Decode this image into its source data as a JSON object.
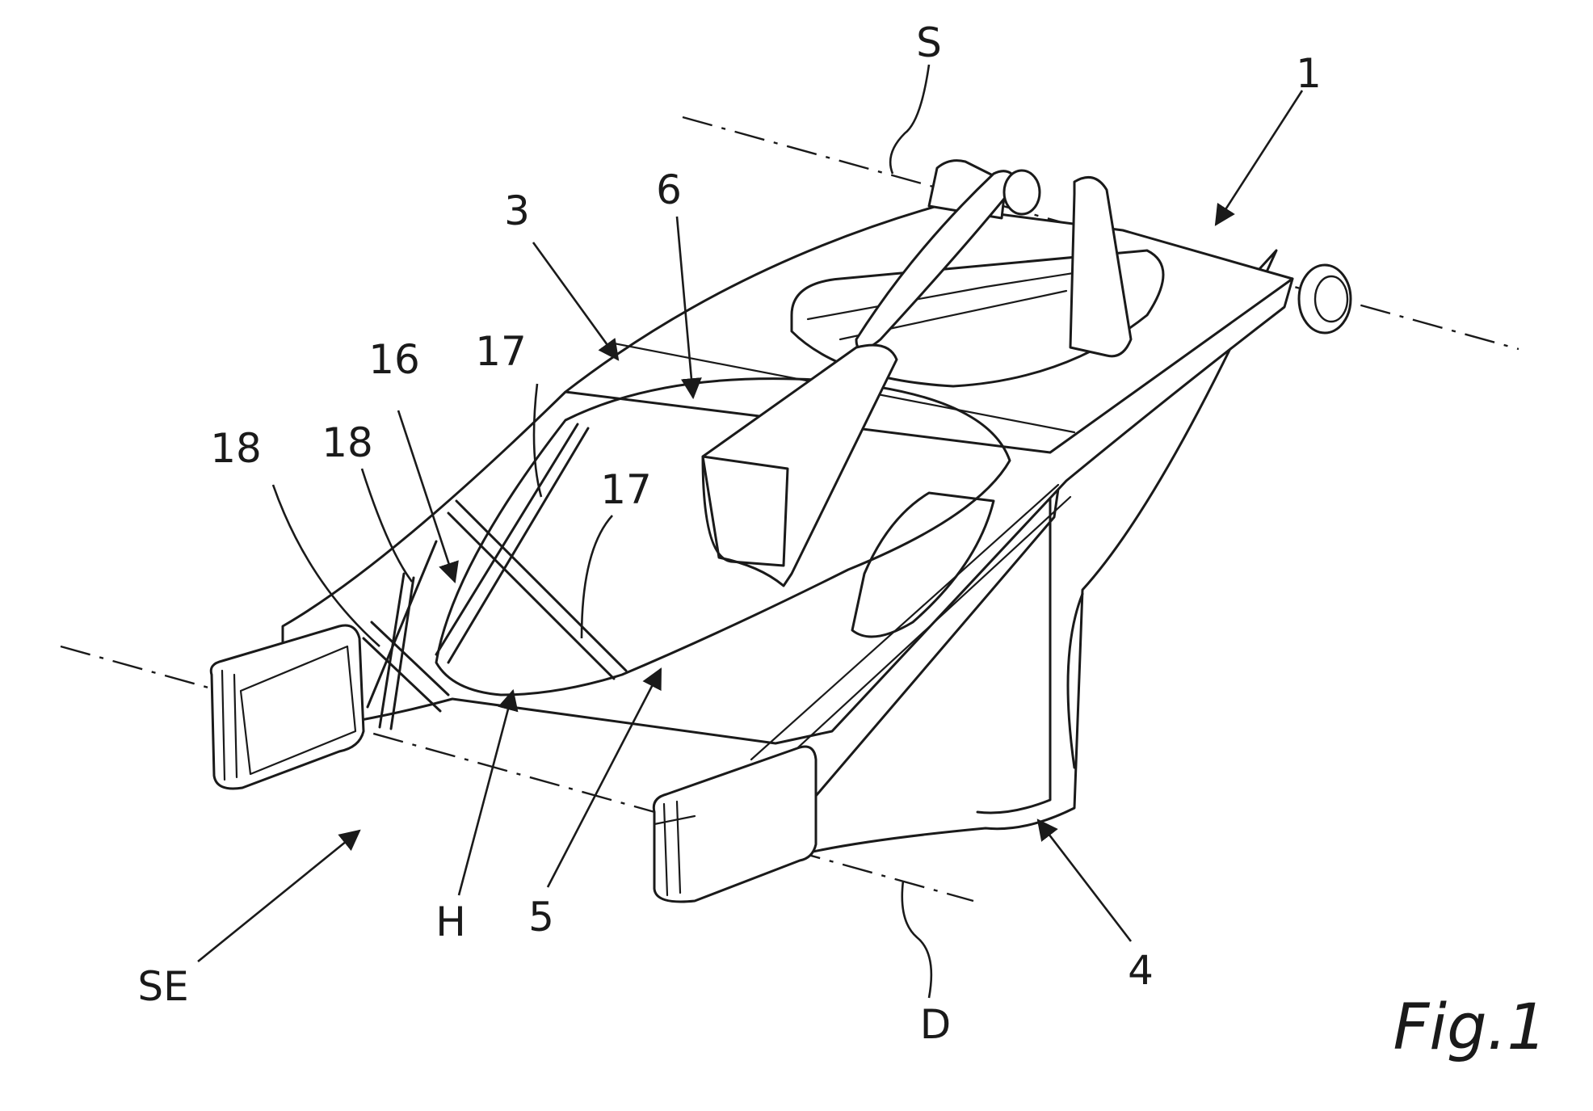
{
  "figure": {
    "caption": "Fig.1",
    "labels": {
      "S": "S",
      "one": "1",
      "three": "3",
      "six": "6",
      "sixteen": "16",
      "seventeen_a": "17",
      "seventeen_b": "17",
      "eighteen_a": "18",
      "eighteen_b": "18",
      "SE": "SE",
      "H": "H",
      "five": "5",
      "four": "4",
      "D": "D"
    }
  }
}
